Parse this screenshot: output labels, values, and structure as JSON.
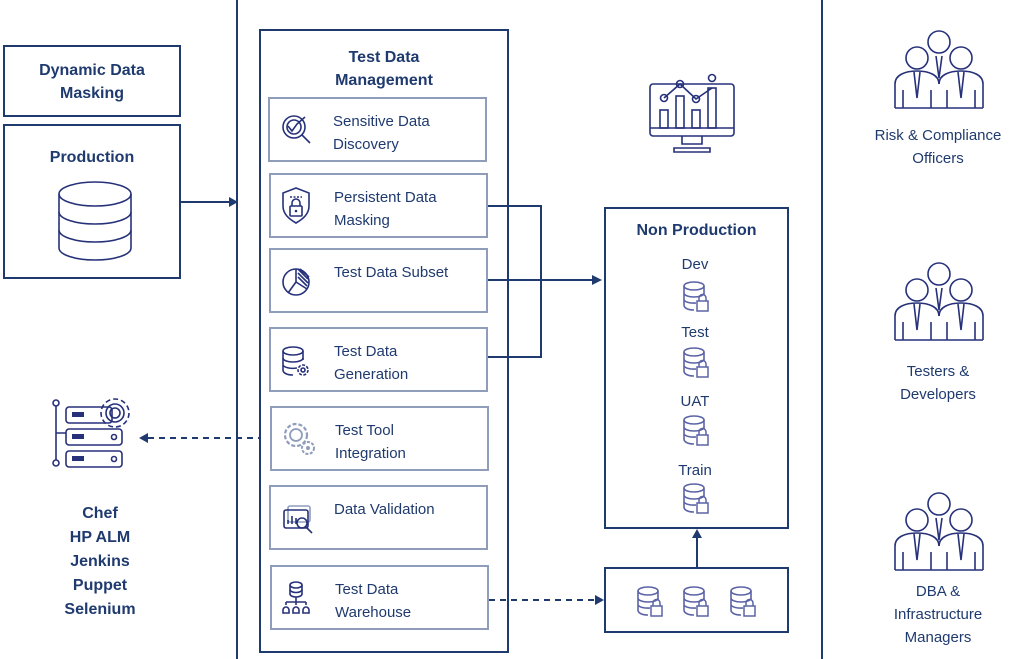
{
  "left": {
    "dynamic_masking": {
      "line1": "Dynamic Data",
      "line2": "Masking"
    },
    "production": {
      "title": "Production"
    },
    "tools": {
      "items": [
        "Chef",
        "HP ALM",
        "Jenkins",
        "Puppet",
        "Selenium"
      ]
    }
  },
  "tdm": {
    "title_line1": "Test Data",
    "title_line2": "Management",
    "modules": [
      {
        "line1": "Sensitive Data",
        "line2": "Discovery",
        "icon": "magnifier-chart-icon"
      },
      {
        "line1": "Persistent Data",
        "line2": "Masking",
        "icon": "shield-lock-icon"
      },
      {
        "line1": "Test Data Subset",
        "line2": "",
        "icon": "pie-chart-icon"
      },
      {
        "line1": "Test Data",
        "line2": "Generation",
        "icon": "database-gear-icon"
      },
      {
        "line1": "Test Tool",
        "line2": "Integration",
        "icon": "gears-icon"
      },
      {
        "line1": "Data Validation",
        "line2": "",
        "icon": "monitor-magnifier-icon"
      },
      {
        "line1": "Test Data",
        "line2": "Warehouse",
        "icon": "database-network-icon"
      }
    ]
  },
  "non_production": {
    "title": "Non Production",
    "environments": [
      "Dev",
      "Test",
      "UAT",
      "Train"
    ]
  },
  "personas": [
    {
      "line1": "Risk & Compliance",
      "line2": "Officers",
      "line3": ""
    },
    {
      "line1": "Testers &",
      "line2": "Developers",
      "line3": ""
    },
    {
      "line1": "DBA &",
      "line2": "Infrastructure",
      "line3": "Managers"
    }
  ],
  "colors": {
    "primary": "#1f3a6e",
    "icon": "#26317a",
    "module_border": "#8f9dbb"
  }
}
